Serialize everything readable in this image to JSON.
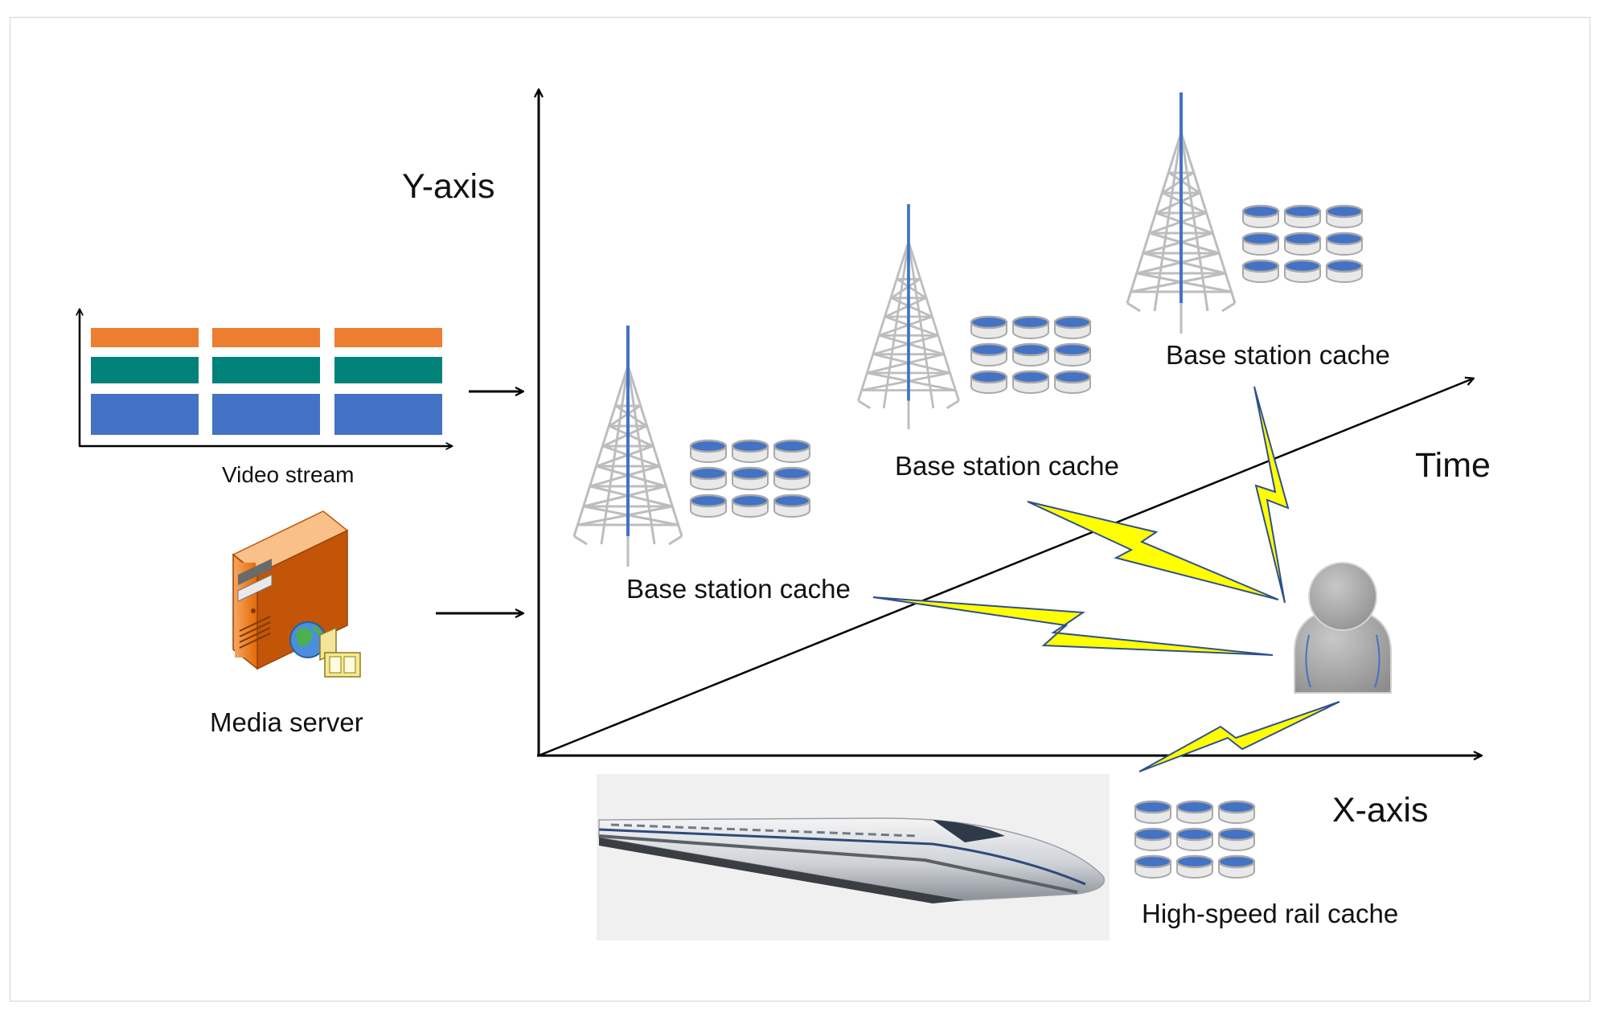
{
  "labels": {
    "y_axis": "Y-axis",
    "x_axis": "X-axis",
    "time_axis": "Time",
    "video_stream": "Video stream",
    "media_server": "Media server",
    "base_station_1": "Base station cache",
    "base_station_2": "Base station cache",
    "base_station_3": "Base station cache",
    "rail_cache": "High-speed rail cache"
  },
  "colors": {
    "stream_orange": "#ED7D31",
    "stream_teal": "#00827A",
    "stream_blue": "#4472C4",
    "tower_steel": "#BDBDBD",
    "tower_antenna": "#4472C4",
    "lightning_fill": "#FFFF00",
    "lightning_edge": "#2F4F8F",
    "server_orange": "#E36C0A",
    "user_gray": "#A6A6A6"
  },
  "icons": {
    "server": "media-server-icon",
    "tower": "cell-tower-icon",
    "cache": "database-stack-icon",
    "user": "user-icon",
    "train": "high-speed-train-icon",
    "link": "wireless-lightning-icon"
  }
}
